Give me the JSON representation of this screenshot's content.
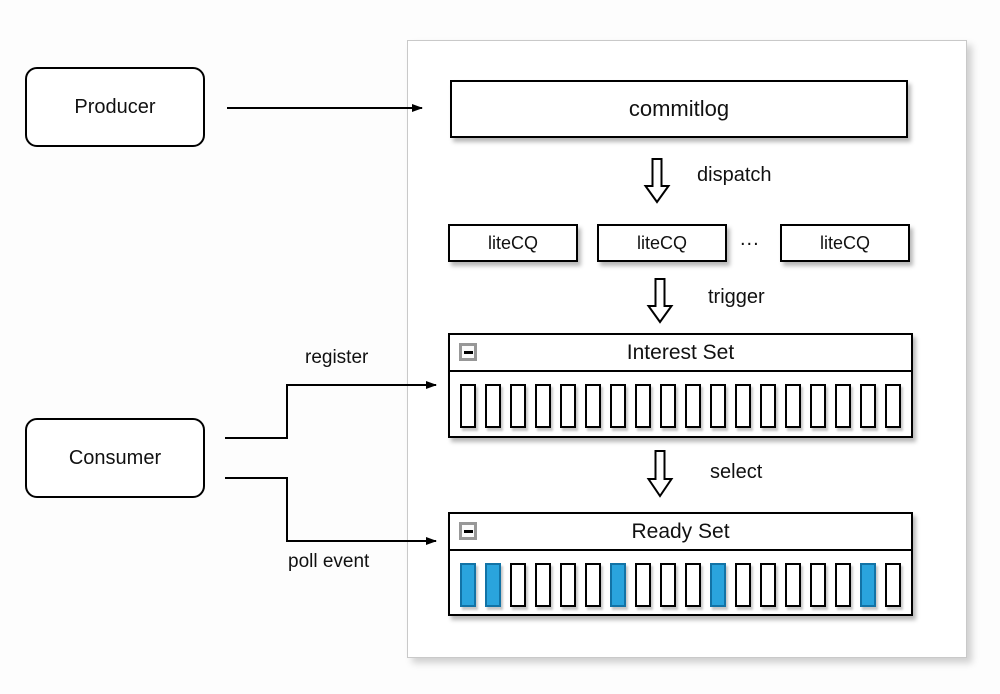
{
  "nodes": {
    "producer": {
      "label": "Producer"
    },
    "consumer": {
      "label": "Consumer"
    },
    "commitlog": {
      "label": "commitlog"
    },
    "litecq": [
      {
        "label": "liteCQ"
      },
      {
        "label": "liteCQ"
      },
      {
        "label": "liteCQ"
      }
    ],
    "ellipsis": "...",
    "interest_set": {
      "title": "Interest Set",
      "collapse_glyph": "minus",
      "slot_count": 18,
      "active_slots": []
    },
    "ready_set": {
      "title": "Ready Set",
      "collapse_glyph": "minus",
      "slot_count": 18,
      "active_slots": [
        0,
        1,
        6,
        10,
        16
      ]
    }
  },
  "edge_labels": {
    "dispatch": "dispatch",
    "trigger": "trigger",
    "select": "select",
    "register": "register",
    "poll_event": "poll event"
  },
  "colors": {
    "line": "#000000",
    "slot_fill": "#ffffff",
    "slot_border": "#000000",
    "slot_active_fill": "#2aa4dd",
    "slot_active_border": "#1273a6",
    "panel_border": "#c9c9c9"
  }
}
